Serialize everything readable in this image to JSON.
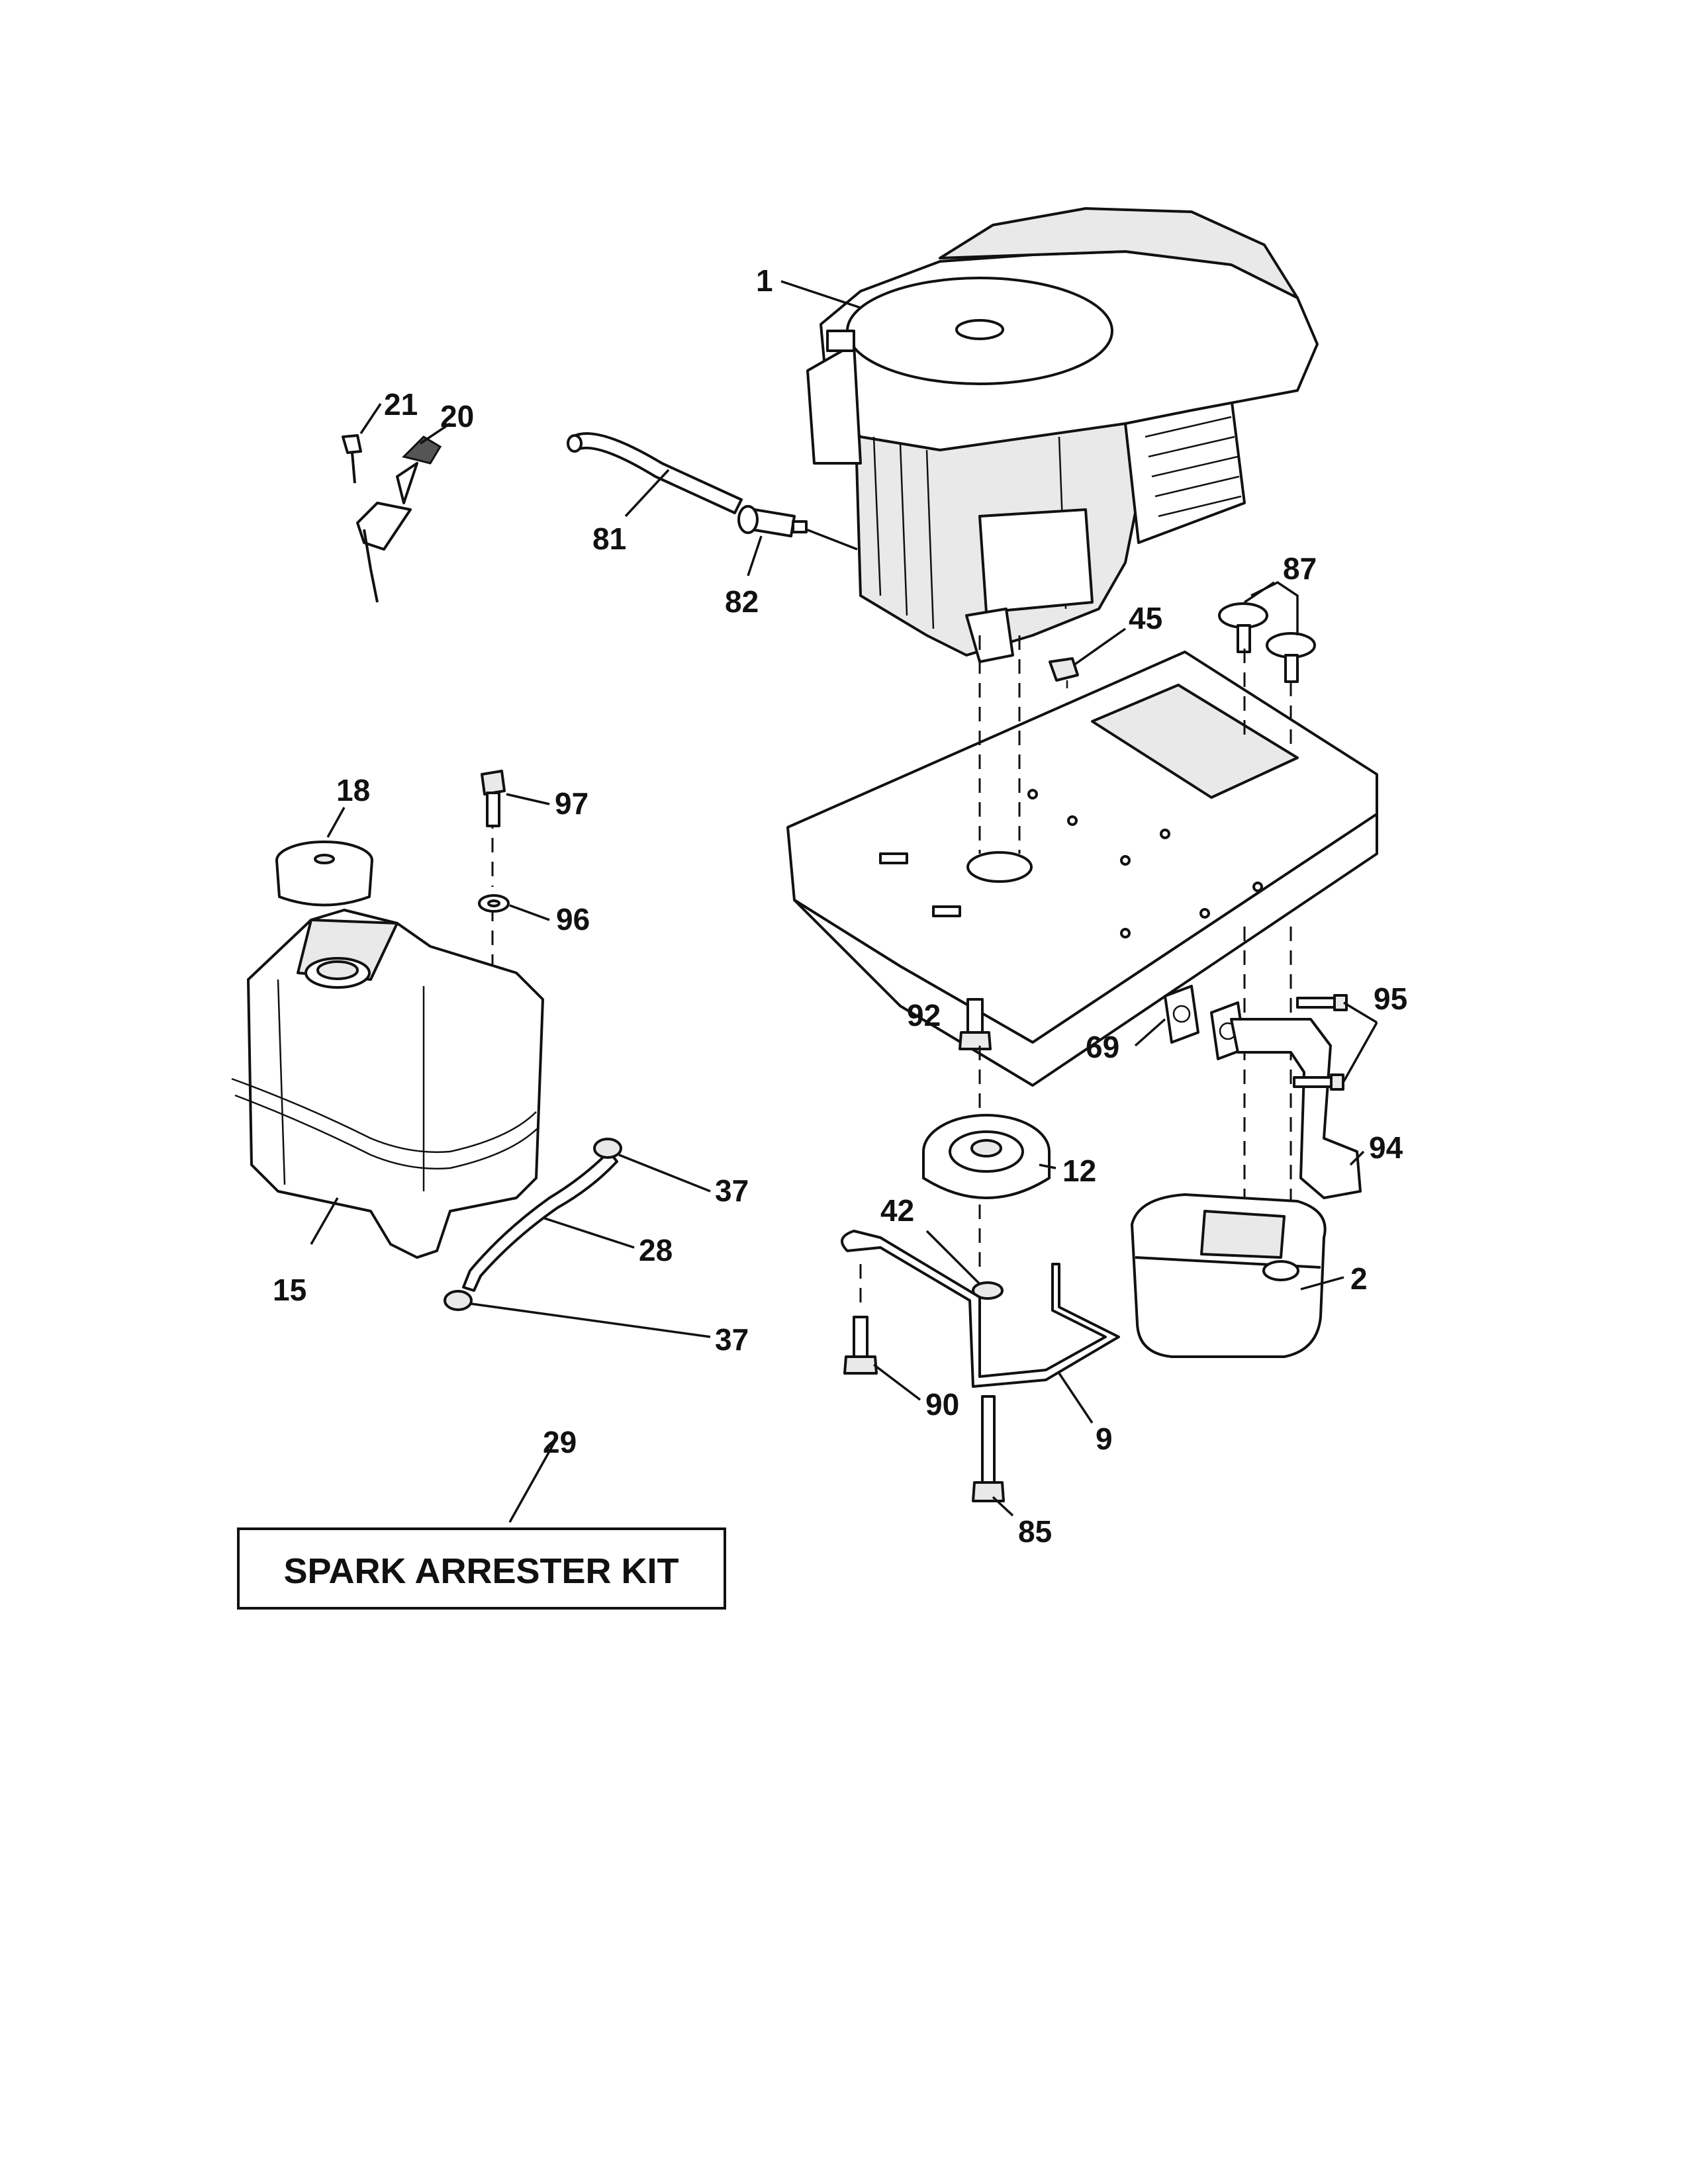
{
  "diagram": {
    "callouts": {
      "c1": "1",
      "c2": "2",
      "c9": "9",
      "c12": "12",
      "c15": "15",
      "c18": "18",
      "c20": "20",
      "c21": "21",
      "c28": "28",
      "c29": "29",
      "c37a": "37",
      "c37b": "37",
      "c42": "42",
      "c45": "45",
      "c69": "69",
      "c81": "81",
      "c82": "82",
      "c85": "85",
      "c87": "87",
      "c90": "90",
      "c92": "92",
      "c94": "94",
      "c95": "95",
      "c96": "96",
      "c97": "97"
    },
    "kit_label": "SPARK ARRESTER KIT"
  }
}
